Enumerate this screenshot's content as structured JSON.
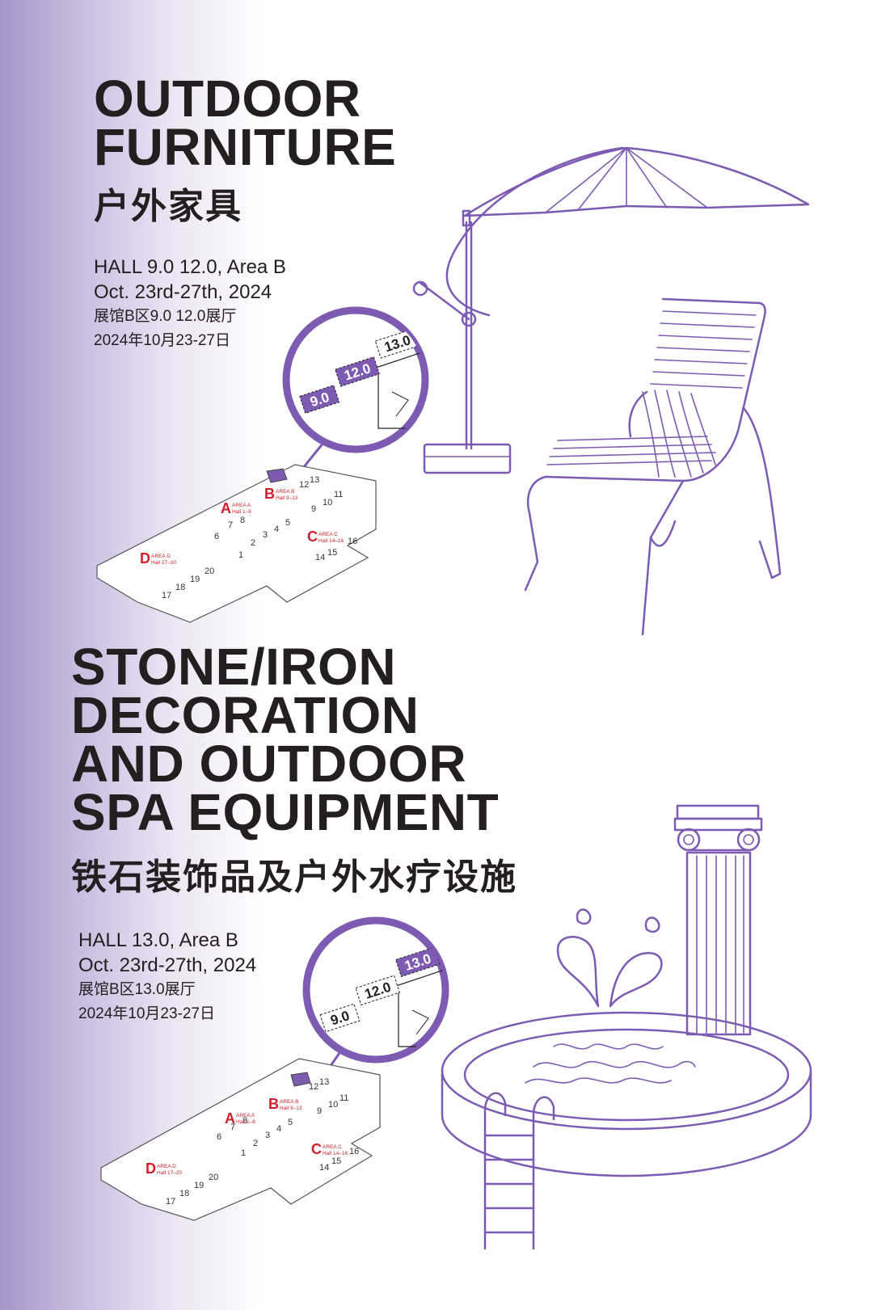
{
  "section1": {
    "title_line1": "OUTDOOR",
    "title_line2": "FURNITURE",
    "title_cn": "户外家具",
    "hall": "HALL 9.0 12.0, Area B",
    "dates": "Oct. 23rd-27th, 2024",
    "hall_cn": "展馆B区9.0 12.0展厅",
    "dates_cn": "2024年10月23-27日",
    "zoom_tags": [
      "9.0",
      "12.0",
      "13.0"
    ],
    "highlighted_tags": [
      "9.0",
      "12.0"
    ]
  },
  "section2": {
    "title_line1": "STONE/IRON",
    "title_line2": "DECORATION",
    "title_line3": "AND OUTDOOR",
    "title_line4": "SPA EQUIPMENT",
    "title_cn": "铁石装饰品及户外水疗设施",
    "hall": "HALL 13.0, Area B",
    "dates": "Oct. 23rd-27th, 2024",
    "hall_cn": "展馆B区13.0展厅",
    "dates_cn": "2024年10月23-27日",
    "zoom_tags": [
      "9.0",
      "12.0",
      "13.0"
    ],
    "highlighted_tags": [
      "13.0"
    ]
  },
  "map": {
    "area_a_letter": "A",
    "area_a_label": "AREA A",
    "area_a_halls": "Hall 1–8",
    "area_b_letter": "B",
    "area_b_label": "AREA B",
    "area_b_halls": "Hall 9–13",
    "area_c_letter": "C",
    "area_c_label": "AREA C",
    "area_c_halls": "Hall 14–16",
    "area_d_letter": "D",
    "area_d_label": "AREA D",
    "area_d_halls": "Hall 17–20",
    "hall_numbers": [
      "1",
      "2",
      "3",
      "4",
      "5",
      "6",
      "7",
      "8",
      "9",
      "10",
      "11",
      "12",
      "13",
      "14",
      "15",
      "16",
      "17",
      "18",
      "19",
      "20"
    ]
  },
  "colors": {
    "accent_purple": "#7d5bb3",
    "gradient_purple": "#a794ca",
    "text_dark": "#231f20",
    "area_red": "#d21f2b"
  },
  "icons": [
    "umbrella-illustration",
    "chair-illustration",
    "column-illustration",
    "fountain-illustration",
    "pool-illustration",
    "ladder-illustration",
    "magnifier-callout"
  ]
}
